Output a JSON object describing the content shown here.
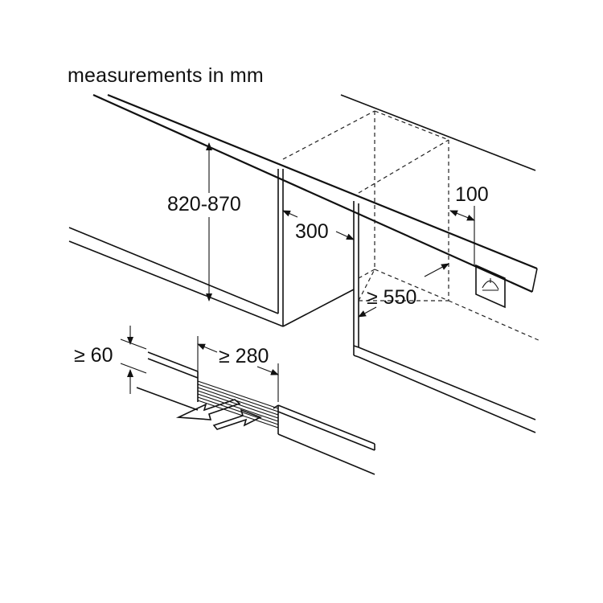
{
  "title": "measurements in mm",
  "dimensions": {
    "height": "820-870",
    "depth": "300",
    "clearance_side": "100",
    "min_depth": "≥ 550",
    "plinth_height": "≥ 60",
    "vent_width": "≥ 280"
  },
  "icons": {
    "socket": "power-socket-icon",
    "airflow": "airflow-arrows"
  }
}
